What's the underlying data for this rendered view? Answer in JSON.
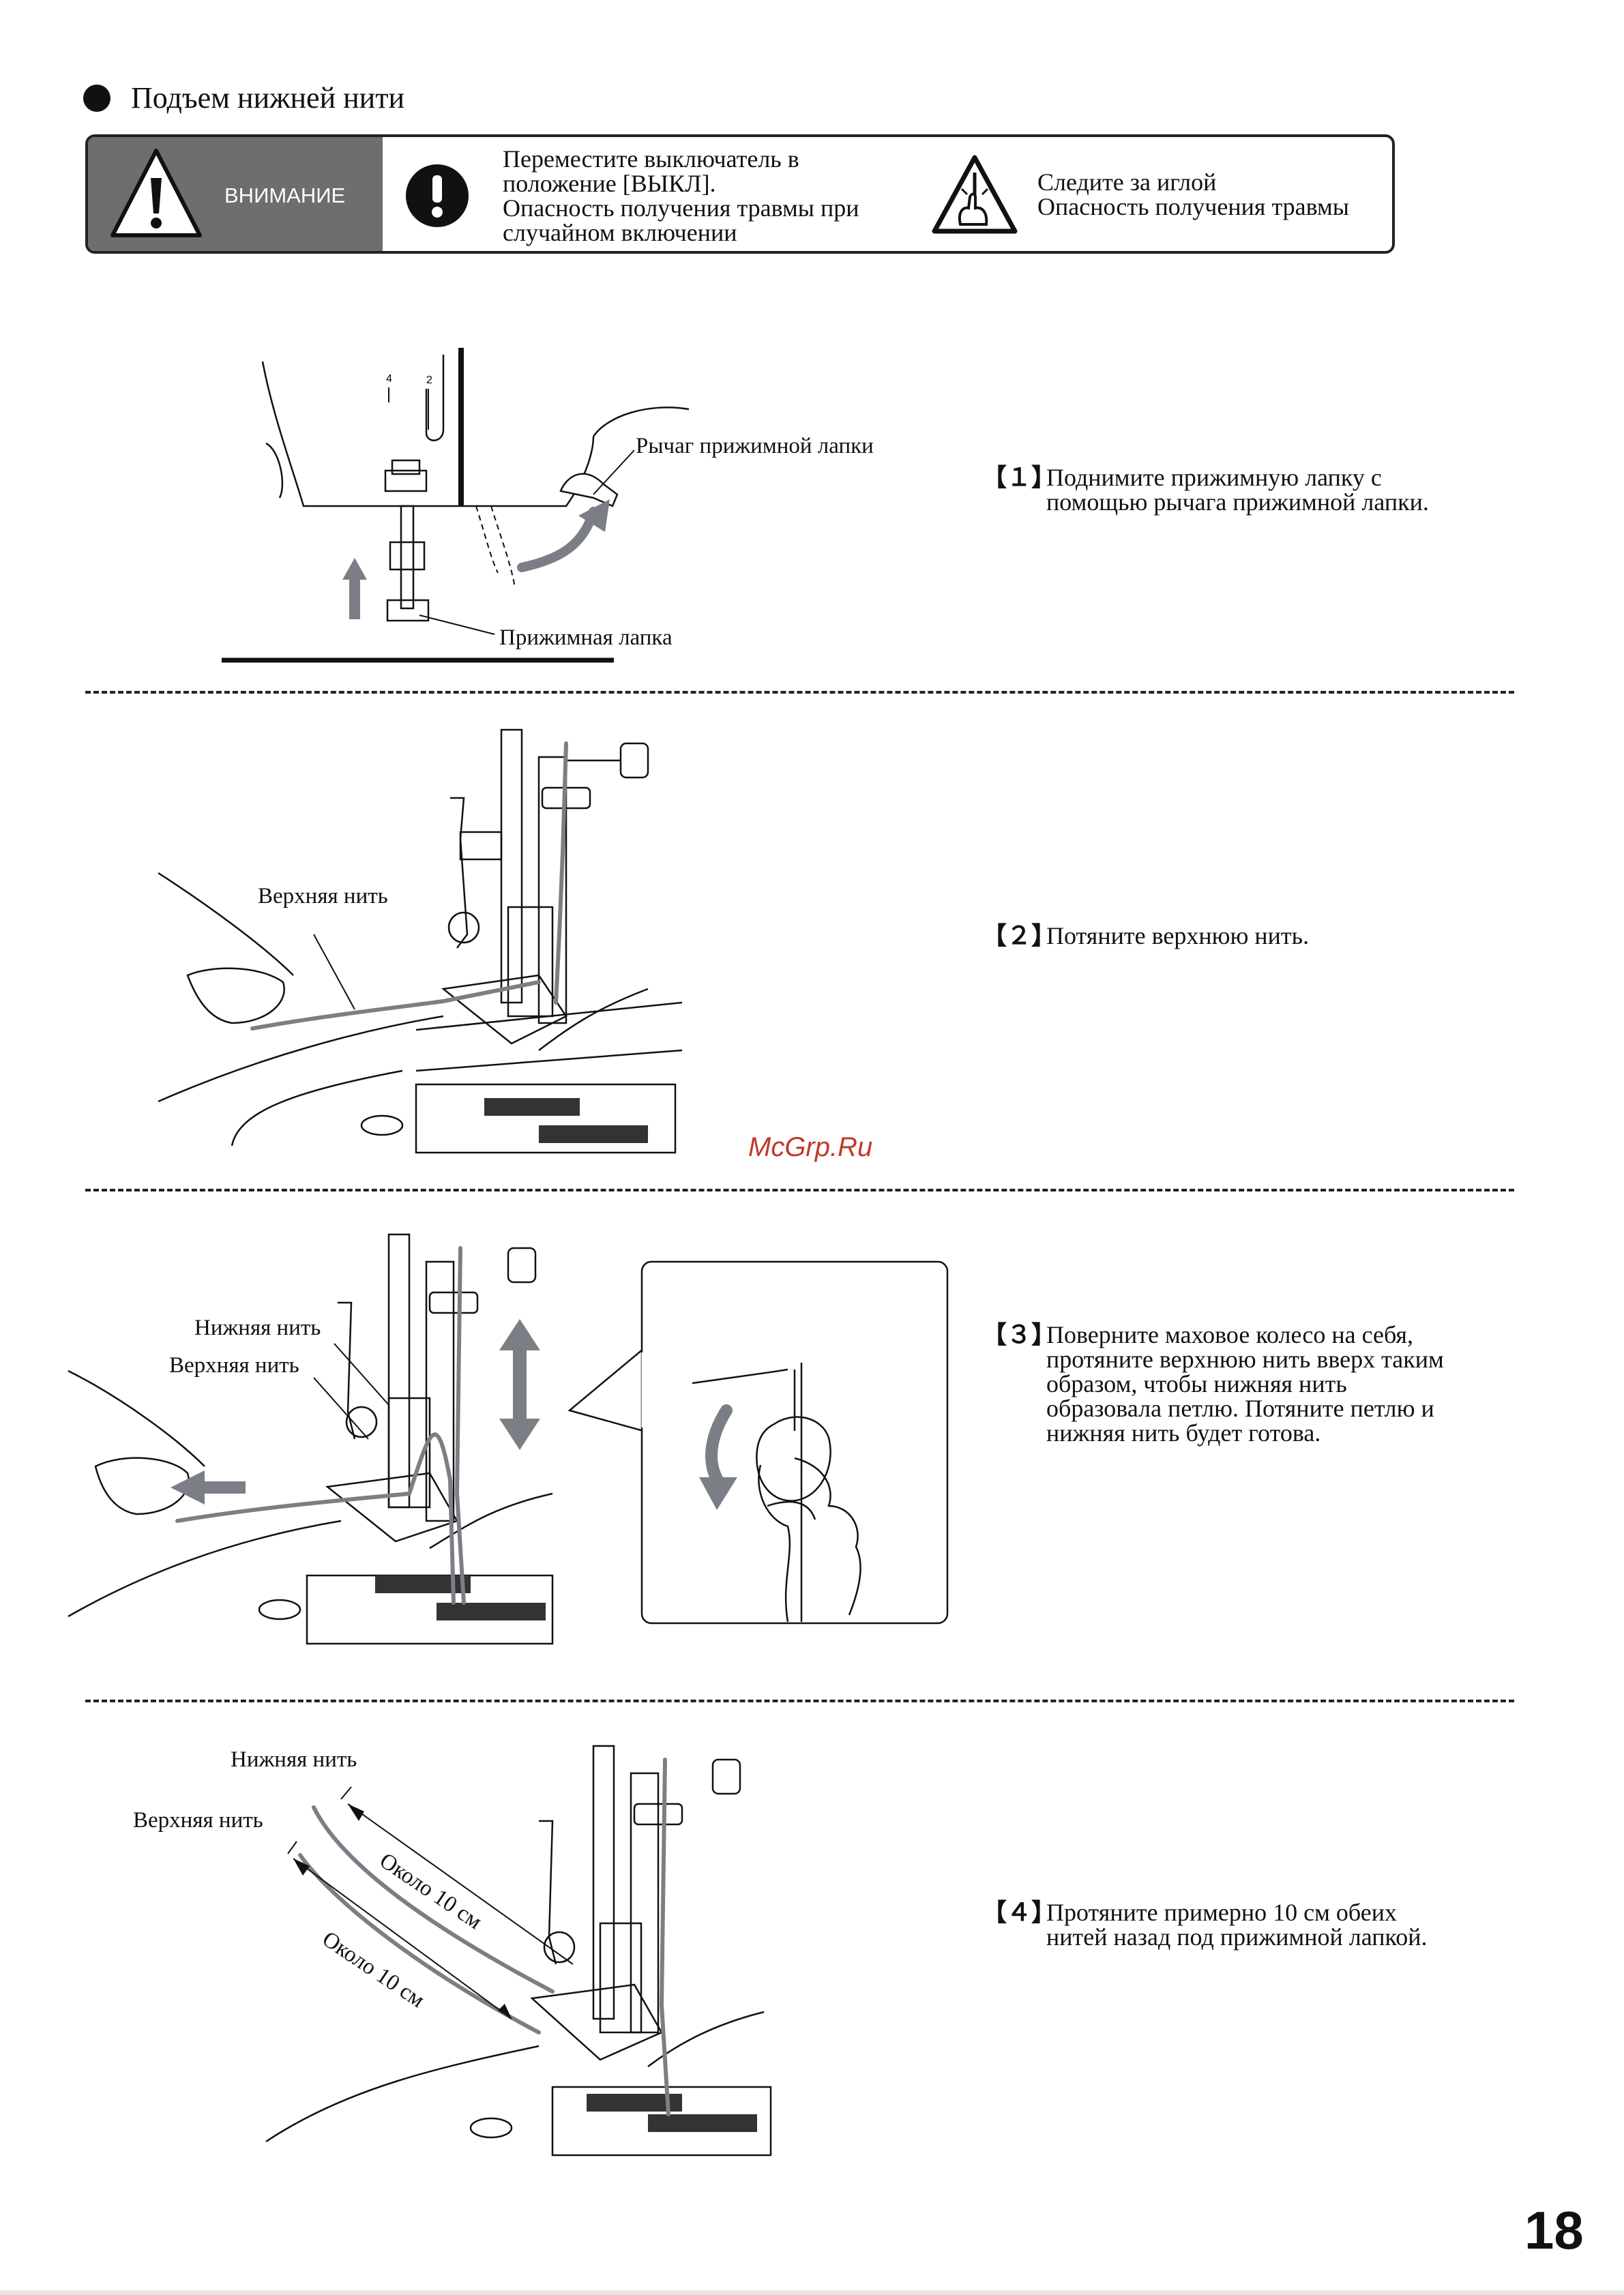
{
  "section_title": "Подъем нижней нити",
  "warning": {
    "label": "ВНИМАНИЕ",
    "power_text": [
      "Переместите выключатель в",
      "положение [ВЫКЛ].",
      "Опасность получения травмы при",
      "случайном включении"
    ],
    "needle_text": [
      "Следите за иглой",
      "Опасность получения травмы"
    ],
    "icons": [
      "warning-triangle-icon",
      "exclamation-circle-icon",
      "needle-hazard-icon"
    ]
  },
  "steps": [
    {
      "num": "【１】",
      "lines": [
        "Поднимите прижимную лапку с",
        "помощью рычага прижимной лапки."
      ]
    },
    {
      "num": "【２】",
      "lines": [
        "Потяните верхнюю нить."
      ]
    },
    {
      "num": "【３】",
      "lines": [
        "Поверните маховое колесо на себя,",
        "протяните верхнюю нить вверх таким",
        "образом, чтобы нижняя нить",
        "образовала петлю. Потяните петлю и",
        "нижняя нить будет готова."
      ]
    },
    {
      "num": "【４】",
      "lines": [
        "Протяните примерно 10 см обеих",
        "нитей назад под прижимной лапкой."
      ]
    }
  ],
  "figure_labels": {
    "fig1": {
      "lever": "Рычаг прижимной лапки",
      "foot": "Прижимная лапка",
      "mark4": "4",
      "mark2": "2"
    },
    "fig2": {
      "upper": "Верхняя нить"
    },
    "fig3": {
      "lower": "Нижняя нить",
      "upper": "Верхняя нить"
    },
    "fig4": {
      "lower": "Нижняя нить",
      "upper": "Верхняя нить",
      "len_a": "Около 10 см",
      "len_b": "Около 10 см"
    }
  },
  "watermark": "McGrp.Ru",
  "page_number": "18",
  "colors": {
    "warning_bg": "#6e6e70",
    "thread": "#7b7f85",
    "watermark": "#c0392b"
  }
}
